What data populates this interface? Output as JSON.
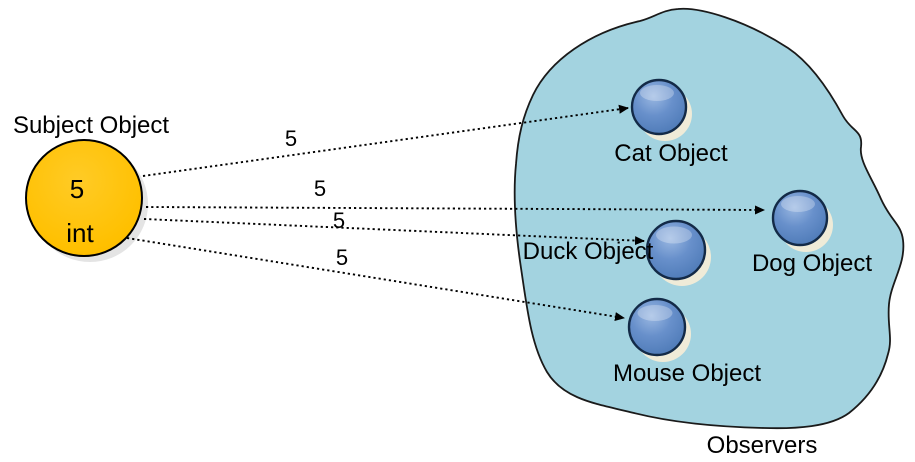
{
  "subject": {
    "label": "Subject Object",
    "value": "5",
    "type": "int"
  },
  "arrows": [
    {
      "value": "5",
      "target": "Cat Object"
    },
    {
      "value": "5",
      "target": "Dog Object"
    },
    {
      "value": "5",
      "target": "Duck Object"
    },
    {
      "value": "5",
      "target": "Mouse Object"
    }
  ],
  "observers": {
    "region_label": "Observers",
    "items": [
      {
        "label": "Cat Object"
      },
      {
        "label": "Dog Object"
      },
      {
        "label": "Duck Object"
      },
      {
        "label": "Mouse Object"
      }
    ]
  },
  "colors": {
    "subject_fill": "#FFC000",
    "observer_circle_fill": "#5586C5",
    "observers_region_fill": "#A3D3E0",
    "outline": "#1A1A1A",
    "arrow_color": "#000000"
  }
}
